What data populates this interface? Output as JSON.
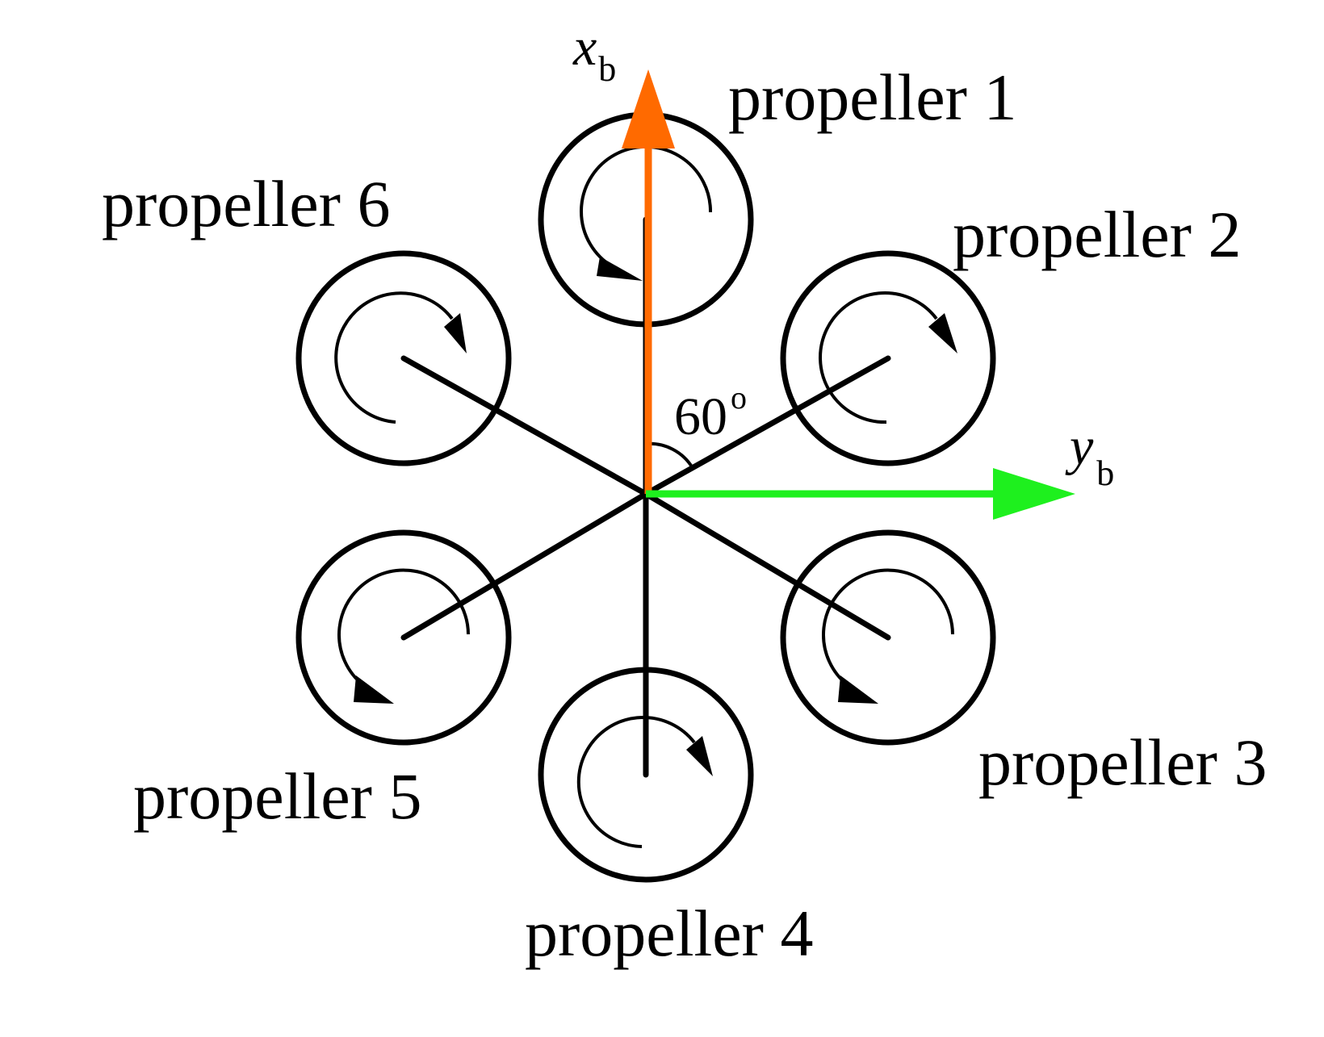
{
  "colors": {
    "x_axis": "#FF6A00",
    "y_axis": "#1EF01E",
    "ink": "#000000"
  },
  "axes": {
    "x": {
      "variable": "x",
      "subscript": "b"
    },
    "y": {
      "variable": "y",
      "subscript": "b"
    }
  },
  "angle": {
    "value": "60",
    "unit": "o"
  },
  "propellers": [
    {
      "label": "propeller 1",
      "rotation": "counterclockwise"
    },
    {
      "label": "propeller 2",
      "rotation": "clockwise"
    },
    {
      "label": "propeller 3",
      "rotation": "counterclockwise"
    },
    {
      "label": "propeller 4",
      "rotation": "clockwise"
    },
    {
      "label": "propeller 5",
      "rotation": "counterclockwise"
    },
    {
      "label": "propeller 6",
      "rotation": "clockwise"
    }
  ]
}
